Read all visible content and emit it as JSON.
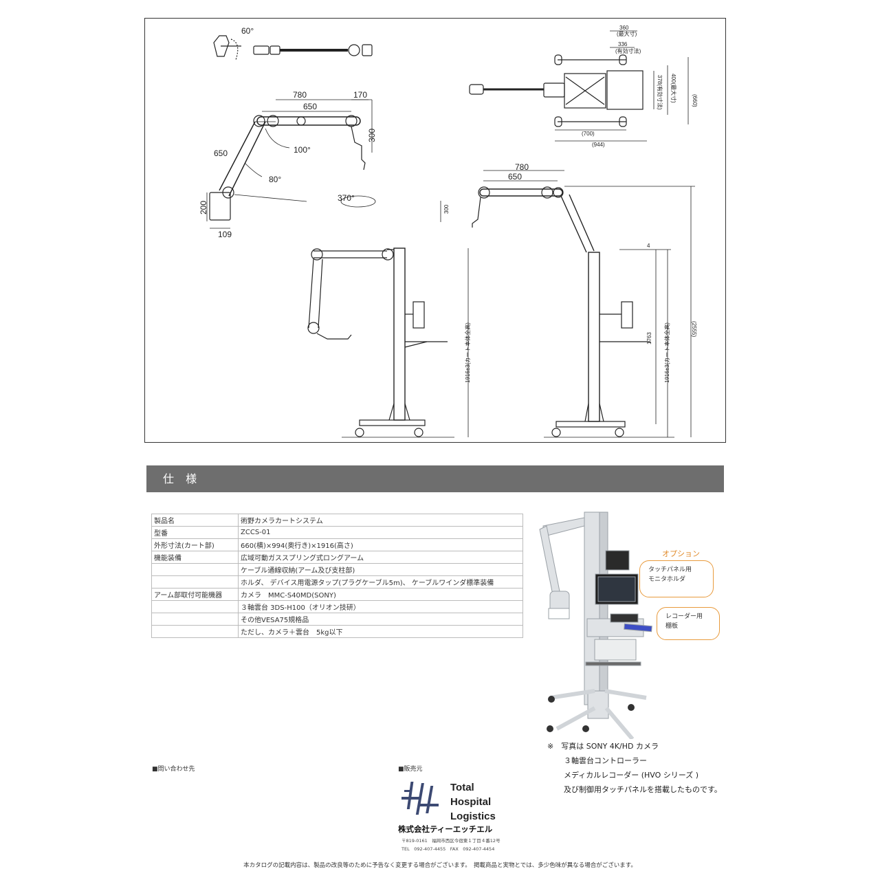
{
  "drawing": {
    "dims": {
      "angle_60": "60°",
      "d780_a": "780",
      "d170": "170",
      "d650_a": "650",
      "d300_a": "300",
      "d100deg": "100°",
      "d650_side": "650",
      "d80deg": "80°",
      "d370deg": "370°",
      "d200": "200",
      "d109": "109",
      "d360": "360",
      "d360_note": "(最大寸)",
      "d336": "336",
      "d336_note": "(有効寸法)",
      "d660": "(660)",
      "d400": "400(最大寸)",
      "d378": "378(有効寸法)",
      "d700": "(700)",
      "d944": "(944)",
      "d780_b": "780",
      "d650_b": "650",
      "d300_b": "300",
      "d1916_a": "1916±3(カート本体全高)",
      "d1916_b": "1916±3(カート本体全高)",
      "d1763": "1763",
      "d2555": "(2555)",
      "d4": "4"
    }
  },
  "section": {
    "title": "仕 様"
  },
  "spec": {
    "rows": [
      {
        "k": "製品名",
        "v": "術野カメラカートシステム"
      },
      {
        "k": "型番",
        "v": "ZCCS-01"
      },
      {
        "k": "外形寸法(カート部)",
        "v": "660(横)×994(奥行き)×1916(高さ)"
      },
      {
        "k": "機能装備",
        "v": "広域可動ガススプリング式ロングアーム"
      },
      {
        "k": "",
        "v": "ケーブル通線収納(アーム及び支柱部)"
      },
      {
        "k": "",
        "v": "ホルダ、 デバイス用電源タップ(プラグケーブル5m)、 ケーブルワインダ標準装備"
      },
      {
        "k": "アーム部取付可能機器",
        "v": "カメラ　MMC-S40MD(SONY)"
      },
      {
        "k": "",
        "v": "３軸雲台 3DS-H100（オリオン技研）"
      },
      {
        "k": "",
        "v": "その他VESA75規格品"
      },
      {
        "k": "",
        "v": "ただし、カメラ＋雲台　5kg以下"
      }
    ]
  },
  "option": {
    "title": "オプション",
    "callout1_line1": "タッチパネル用",
    "callout1_line2": "モニタホルダ",
    "callout2_line1": "レコーダー用",
    "callout2_line2": "棚板"
  },
  "notes": {
    "line1": "※　写真は SONY 4K/HD カメラ",
    "line2": "３軸雲台コントローラー",
    "line3": "メディカルレコーダー (HVO シリーズ )",
    "line4": "及び制御用タッチパネルを搭載したものです。"
  },
  "contact": {
    "heading": "■問い合わせ先"
  },
  "dealer": {
    "heading": "■販売元",
    "brand_line1": "Total",
    "brand_line2": "Hospital",
    "brand_line3": "Logistics",
    "company": "株式会社ティーエッチエル",
    "address": "〒819-0161　福岡市西区今宿東１丁目４番12号",
    "phone": "TEL　092-407-4455　FAX　092-407-4454"
  },
  "footer": "本カタログの記載内容は、製品の改良等のために予告なく変更する場合がございます。　掲載商品と実物とでは、多少色味が異なる場合がございます。",
  "colors": {
    "accent": "#e89a3c",
    "bar": "#6e6e6e",
    "logo": "#3d4a73"
  }
}
